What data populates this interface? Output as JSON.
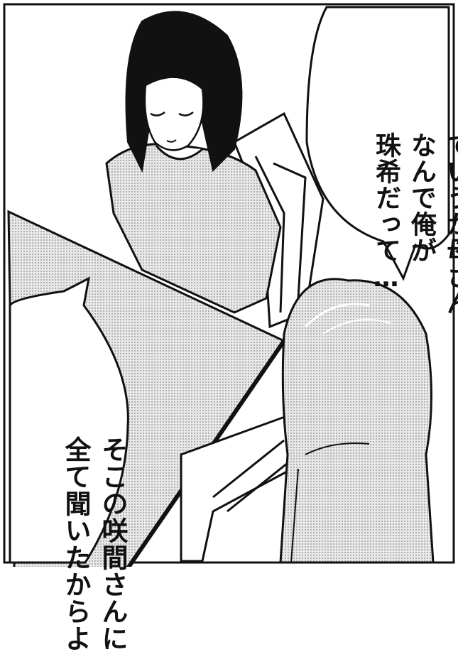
{
  "speech_bubbles": [
    {
      "lines": [
        "ていうか母さん",
        "なんで俺が",
        "珠希だって…"
      ]
    },
    {
      "lines": [
        "そこの咲間さんに",
        "全て聞いたからよ"
      ]
    }
  ],
  "colors": {
    "ink": "#111111",
    "paper": "#ffffff",
    "screentone": "#c9c9c9"
  }
}
